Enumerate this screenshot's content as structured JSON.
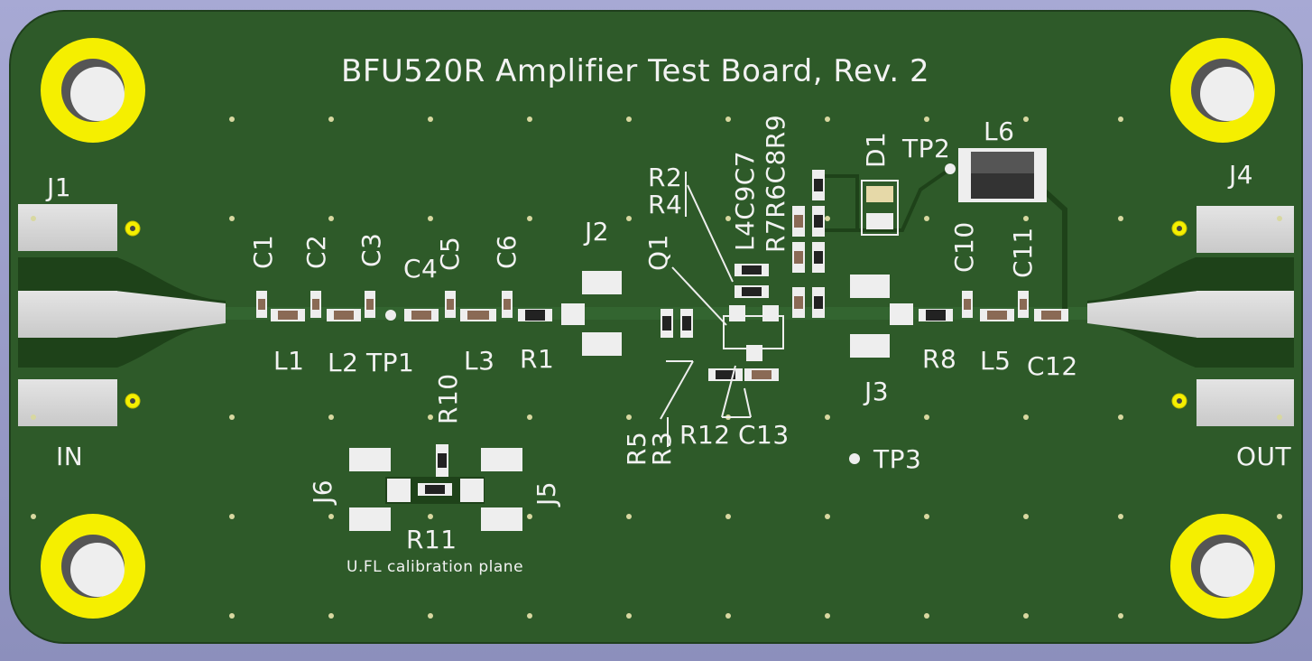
{
  "board": {
    "title": "BFU520R Amplifier Test Board, Rev. 2",
    "caption": "U.FL calibration plane"
  },
  "colors": {
    "background": "#9a9cc9",
    "board": "#2f5a2a",
    "copper": "#2a5124",
    "silkscreen": "#f2f2f2",
    "pad_gold": "#f5ef00",
    "pad_silver": "#dcdcdc"
  },
  "labels": {
    "j1": "J1",
    "j2": "J2",
    "j3": "J3",
    "j4": "J4",
    "j5": "J5",
    "j6": "J6",
    "in": "IN",
    "out": "OUT",
    "c1": "C1",
    "c2": "C2",
    "c3": "C3",
    "c4": "C4",
    "c5": "C5",
    "c6": "C6",
    "c10": "C10",
    "c11": "C11",
    "c12": "C12",
    "l1": "L1",
    "l2": "L2",
    "l3": "L3",
    "l5": "L5",
    "l6": "L6",
    "tp1": "TP1",
    "tp2": "TP2",
    "tp3": "TP3",
    "r1": "R1",
    "r2": "R2",
    "r4": "R4",
    "r8": "R8",
    "r10": "R10",
    "r11": "R11",
    "q1": "Q1",
    "d1": "D1",
    "l4c9c7": "L4C9C7",
    "r7r6c8r9": "R7R6C8R9",
    "r5": "R5",
    "r3": "R3",
    "r12": "R12",
    "c13": "C13"
  }
}
